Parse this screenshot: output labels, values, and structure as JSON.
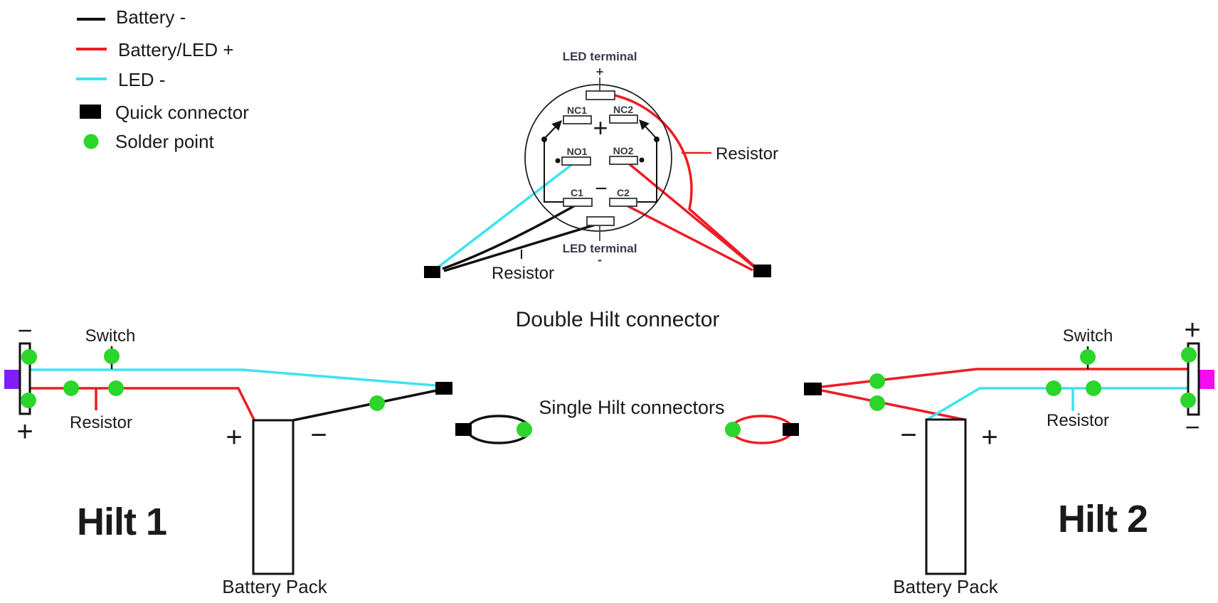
{
  "colors": {
    "battery_negative_wire": "#111111",
    "battery_led_positive_wire": "#ed1c24",
    "led_negative_wire": "#3ce3f1",
    "solder_point": "#2bd52b",
    "quick_connector": "#000000",
    "hilt1_led": "#7f1ff8",
    "hilt2_led": "#f30df0"
  },
  "legend": {
    "items": [
      {
        "label": "Battery -",
        "swatch": "black-line"
      },
      {
        "label": "Battery/LED +",
        "swatch": "red-line"
      },
      {
        "label": "LED -",
        "swatch": "cyan-line"
      },
      {
        "label": "Quick connector",
        "swatch": "black-square"
      },
      {
        "label": "Solder point",
        "swatch": "green-dot"
      }
    ]
  },
  "connector_diagram": {
    "caption": "Double Hilt connector",
    "led_terminal_label": "LED terminal",
    "plus": "+",
    "minus": "−",
    "minus_small": "-",
    "terminals": {
      "nc1": "NC1",
      "nc2": "NC2",
      "no1": "NO1",
      "no2": "NO2",
      "c1": "C1",
      "c2": "C2"
    },
    "resistor_label": "Resistor"
  },
  "single_hilt_caption": "Single Hilt connectors",
  "hilt1": {
    "title": "Hilt 1",
    "switch_label": "Switch",
    "resistor_label": "Resistor",
    "battery_label": "Battery Pack",
    "plus": "+",
    "minus": "−"
  },
  "hilt2": {
    "title": "Hilt 2",
    "switch_label": "Switch",
    "resistor_label": "Resistor",
    "battery_label": "Battery Pack",
    "plus": "+",
    "minus": "−"
  }
}
